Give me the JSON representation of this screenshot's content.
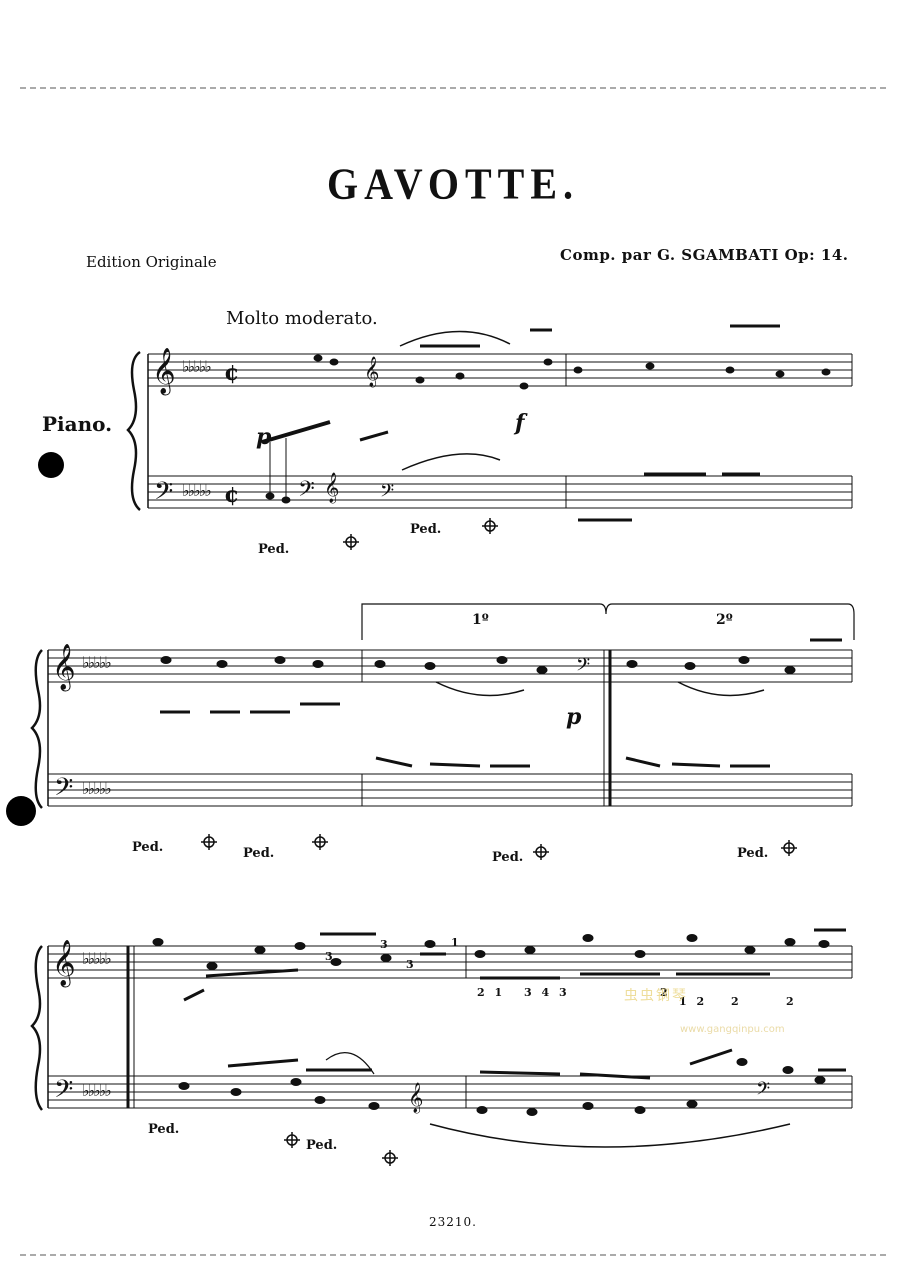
{
  "header": {
    "title": "GAVOTTE.",
    "edition": "Edition Originale",
    "composer": "Comp. par G. SGAMBATI Op: 14."
  },
  "tempo": "Molto moderato.",
  "instrument": "Piano.",
  "dynamics": {
    "p1": "p",
    "f1": "f",
    "p2": "p"
  },
  "pedal": {
    "label": "Ped.",
    "release_icon": "pedal-release-icon"
  },
  "endings": {
    "first": "1º",
    "second": "2º"
  },
  "fingering": {
    "f3a": "3",
    "f3b": "3",
    "f1": "1",
    "f3c": "3",
    "row1": "2 1",
    "row2": "3 4 3",
    "row3": "2",
    "row4": "1 2",
    "row5": "2",
    "row6": "2"
  },
  "plate_number": "23210.",
  "watermark": {
    "text": "虫虫钢琴",
    "url": "www.gangqinpu.com"
  },
  "colors": {
    "ink": "#111111",
    "paper": "#ffffff",
    "watermark": "#e9d27a"
  }
}
